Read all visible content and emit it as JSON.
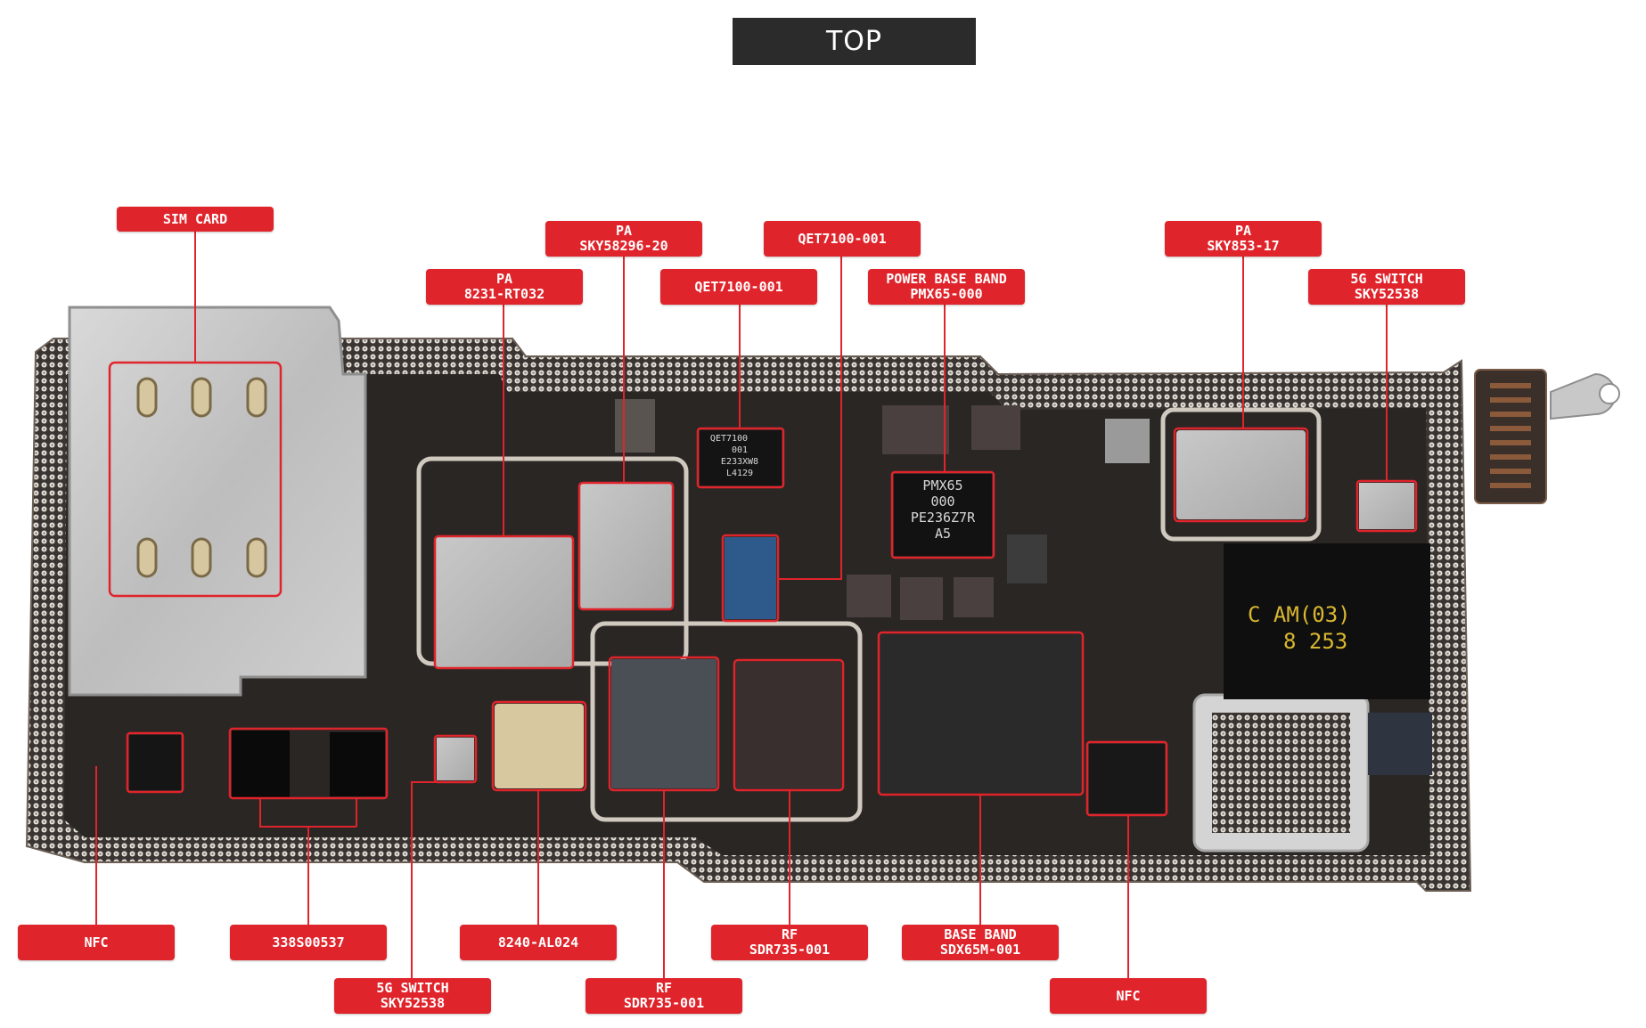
{
  "header": {
    "title": "TOP"
  },
  "labels": {
    "sim_card": {
      "line1": "SIM CARD",
      "line2": ""
    },
    "pa_8231": {
      "line1": "PA",
      "line2": "8231-RT032"
    },
    "pa_sky58296": {
      "line1": "PA",
      "line2": "SKY58296-20"
    },
    "qet7100_a": {
      "line1": "QET7100-001",
      "line2": ""
    },
    "qet7100_b": {
      "line1": "QET7100-001",
      "line2": ""
    },
    "pmic": {
      "line1": "POWER BASE BAND",
      "line2": "PMX65-000"
    },
    "pa_sky853": {
      "line1": "PA",
      "line2": "SKY853-17"
    },
    "switch_top": {
      "line1": "5G SWITCH",
      "line2": "SKY52538"
    },
    "nfc_left": {
      "line1": "NFC",
      "line2": ""
    },
    "chip_338s": {
      "line1": "338S00537",
      "line2": ""
    },
    "chip_8240": {
      "line1": "8240-AL024",
      "line2": ""
    },
    "rf_a": {
      "line1": "RF",
      "line2": "SDR735-001"
    },
    "baseband": {
      "line1": "BASE BAND",
      "line2": "SDX65M-001"
    },
    "switch_bottom": {
      "line1": "5G SWITCH",
      "line2": "SKY52538"
    },
    "rf_b": {
      "line1": "RF",
      "line2": "SDR735-001"
    },
    "nfc_right": {
      "line1": "NFC",
      "line2": ""
    }
  },
  "chip_markings": {
    "qet": [
      "QET7100",
      "001",
      "E233XW8",
      "L4129"
    ],
    "pmx": [
      "PMX65",
      "000",
      "PE236Z7R",
      "A5"
    ],
    "apple": [
      "C  AM(03)",
      "8 253"
    ]
  },
  "colors": {
    "label_bg": "#e0242b",
    "header_bg": "#2b2b2b",
    "board": "#2a2624",
    "shield": "#c9c9c9"
  }
}
